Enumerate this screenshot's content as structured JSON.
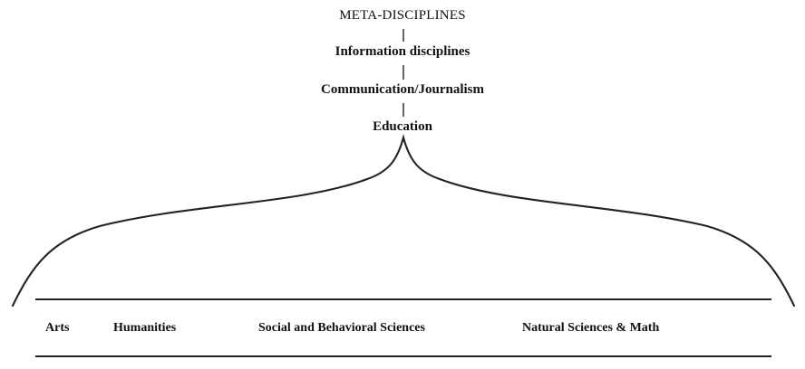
{
  "hierarchy": {
    "title": "META-DISCIPLINES",
    "levels": [
      "Information disciplines",
      "Communication/Journalism",
      "Education"
    ]
  },
  "base_disciplines": [
    "Arts",
    "Humanities",
    "Social and Behavioral Sciences",
    "Natural Sciences & Math"
  ]
}
